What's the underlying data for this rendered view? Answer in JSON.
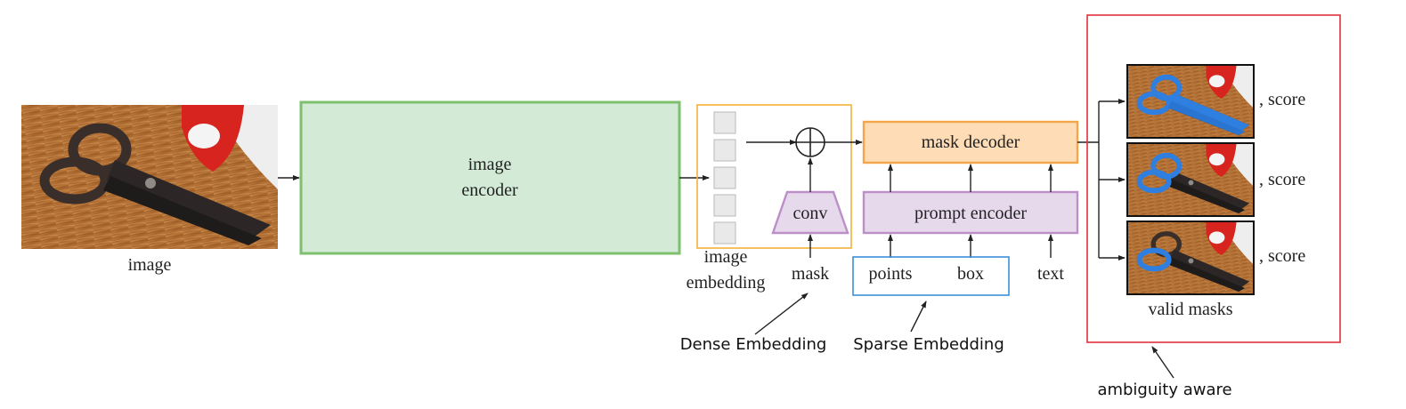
{
  "labels": {
    "input_image": "image",
    "image_encoder_line1": "image",
    "image_encoder_line2": "encoder",
    "image_embedding_line1": "image",
    "image_embedding_line2": "embedding",
    "conv": "conv",
    "mask": "mask",
    "mask_decoder": "mask decoder",
    "prompt_encoder": "prompt encoder",
    "points": "points",
    "box": "box",
    "text": "text",
    "score_1": ", score",
    "score_2": ", score",
    "score_3": ", score",
    "valid_masks": "valid masks"
  },
  "annotations": {
    "dense": "Dense Embedding",
    "sparse": "Sparse Embedding",
    "ambiguity": "ambiguity aware"
  },
  "colors": {
    "encoder_fill": "#d3ebd6",
    "encoder_border": "#7dc16e",
    "embedding_border": "#f3b03a",
    "embedding_cell_fill": "#e9e9e9",
    "decoder_fill": "#fddcb6",
    "decoder_border": "#f4a64a",
    "prompt_fill": "#e6d9ec",
    "prompt_border": "#bc8fc8",
    "sparse_border": "#3d8fd8",
    "ambiguity_border": "#e0303c",
    "mask_highlight": "#2f7fe0"
  }
}
